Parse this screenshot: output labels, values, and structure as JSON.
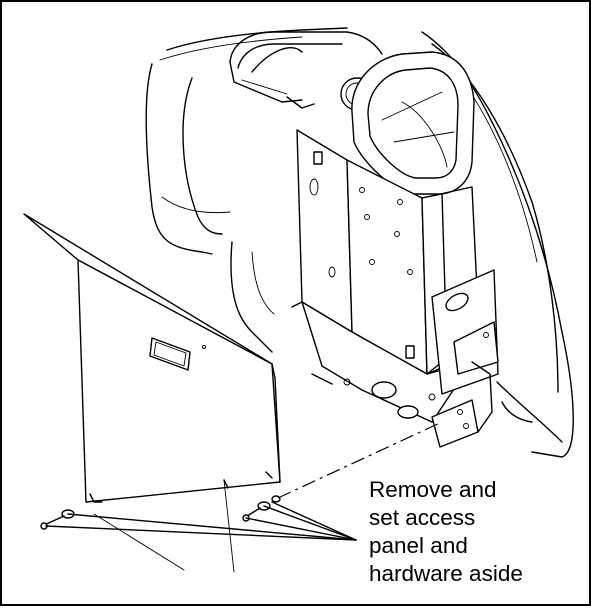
{
  "callout": {
    "lines": [
      "Remove and",
      "set access",
      "panel and",
      "hardware aside"
    ]
  },
  "colors": {
    "line": "#000000",
    "background": "#ffffff"
  }
}
